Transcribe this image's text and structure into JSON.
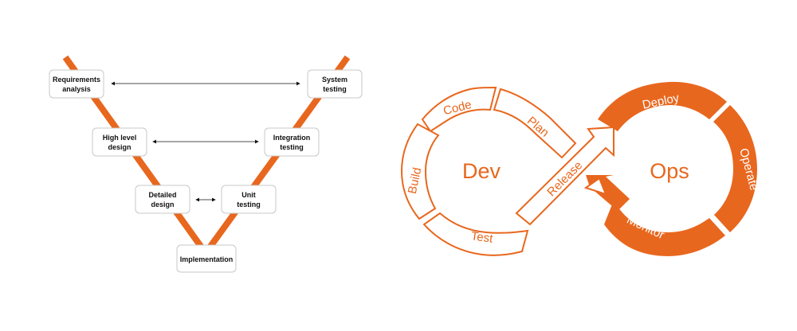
{
  "v_model": {
    "left": [
      {
        "line1": "Requirements",
        "line2": "analysis"
      },
      {
        "line1": "High level",
        "line2": "design"
      },
      {
        "line1": "Detailed",
        "line2": "design"
      }
    ],
    "right": [
      {
        "line1": "System",
        "line2": "testing"
      },
      {
        "line1": "Integration",
        "line2": "testing"
      },
      {
        "line1": "Unit",
        "line2": "testing"
      }
    ],
    "bottom": "Implementation"
  },
  "devops": {
    "dev": "Dev",
    "ops": "Ops",
    "stages": {
      "plan": "Plan",
      "code": "Code",
      "build": "Build",
      "test": "Test",
      "release": "Release",
      "deploy": "Deploy",
      "operate": "Operate",
      "monitor": "Monitor"
    }
  },
  "colors": {
    "accent": "#e8671e",
    "box_border": "#c8c8c8",
    "text": "#111111",
    "background": "#ffffff"
  }
}
